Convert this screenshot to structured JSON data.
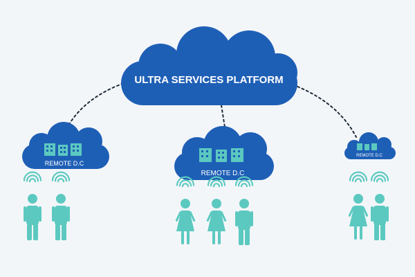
{
  "colors": {
    "background": "#f3f6f9",
    "cloud": "#1e5fb6",
    "cloud_label": "#ffffff",
    "building": "#5cc9c0",
    "building_window": "#1e5fb6",
    "people": "#5cc9c0",
    "connector": "#1f2c3a"
  },
  "central_cloud": {
    "label": "ULTRA SERVICES PLATFORM"
  },
  "remote_clouds": [
    {
      "label": "REMOTE D.C",
      "buildings": 3
    },
    {
      "label": "REMOTE D.C",
      "buildings": 3
    },
    {
      "label": "REMOTE D.C",
      "buildings": 3
    }
  ],
  "user_groups": [
    {
      "people": [
        "male",
        "male"
      ]
    },
    {
      "people": [
        "female",
        "female",
        "male"
      ]
    },
    {
      "people": [
        "female",
        "male"
      ]
    }
  ]
}
